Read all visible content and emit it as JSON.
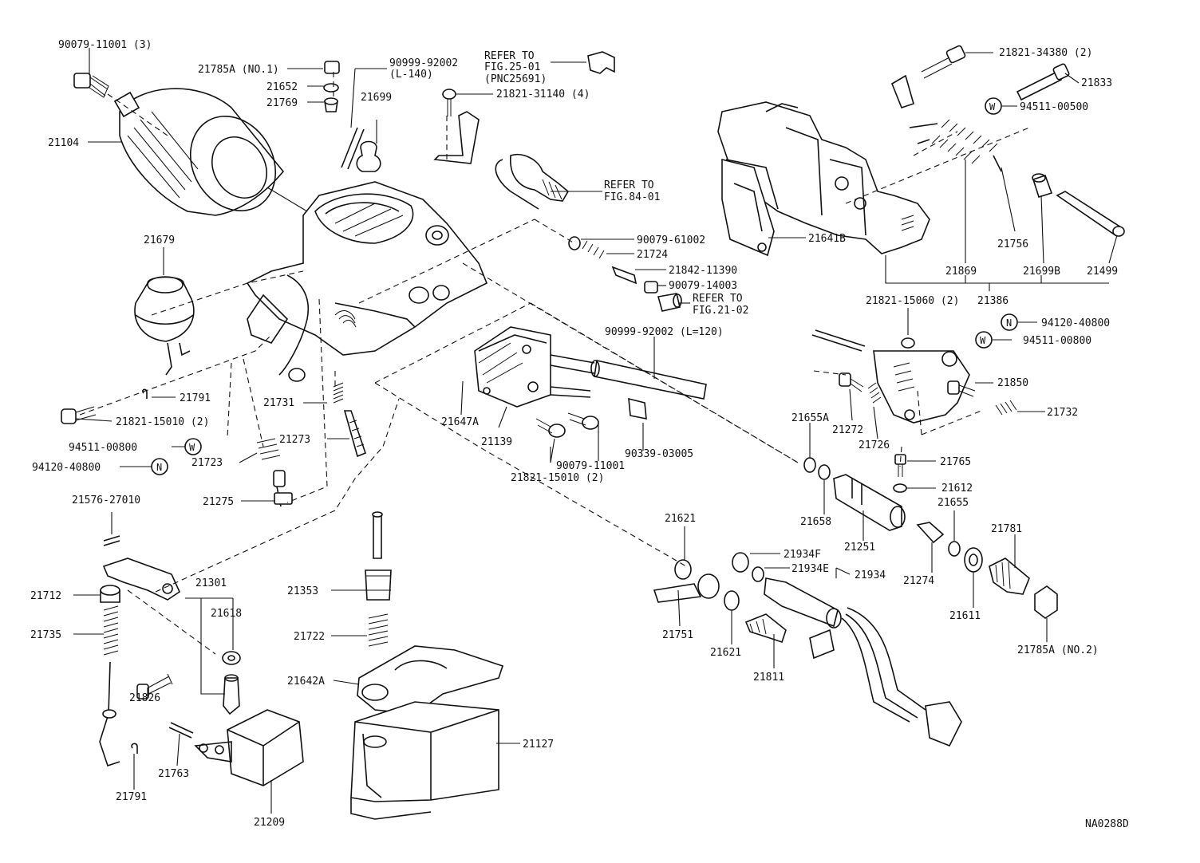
{
  "labels": {
    "p90079_11001_3": "90079-11001 (3)",
    "p21785A_no1": "21785A (NO.1)",
    "p90999_92002_l140_a": "90999-92002",
    "p90999_92002_l140_b": "(L-140)",
    "refer_25_a": "REFER TO",
    "refer_25_b": "FIG.25-01",
    "refer_25_c": "(PNC25691)",
    "p21821_34380_2": "21821-34380 (2)",
    "p21652": "21652",
    "p21769": "21769",
    "p21699": "21699",
    "p21821_31140_4": "21821-31140 (4)",
    "p21833": "21833",
    "p94511_00500": "94511-00500",
    "p21104": "21104",
    "refer_84_a": "REFER TO",
    "refer_84_b": "FIG.84-01",
    "p21679": "21679",
    "p90079_61002": "90079-61002",
    "p21724": "21724",
    "p21842_11390": "21842-11390",
    "p90079_14003": "90079-14003",
    "refer_21_a": "REFER TO",
    "refer_21_b": "FIG.21-02",
    "p21641B": "21641B",
    "p21756": "21756",
    "p21869": "21869",
    "p21699B": "21699B",
    "p21499": "21499",
    "p21821_15060_2": "21821-15060 (2)",
    "p21386": "21386",
    "p94120_40800_r": "94120-40800",
    "p94511_00800_r": "94511-00800",
    "p90999_92002_l120": "90999-92002 (L=120)",
    "p21791_a": "21791",
    "p21821_15010_2_a": "21821-15010 (2)",
    "p21731": "21731",
    "p94511_00800_l": "94511-00800",
    "p21723": "21723",
    "p94120_40800_l": "94120-40800",
    "p21273": "21273",
    "p21647A": "21647A",
    "p21139": "21139",
    "p90339_03005": "90339-03005",
    "p90079_11001": "90079-11001",
    "p21821_15010_2_b": "21821-15010 (2)",
    "p21850": "21850",
    "p21655A": "21655A",
    "p21272": "21272",
    "p21726": "21726",
    "p21732": "21732",
    "p21765": "21765",
    "p21612": "21612",
    "p21655": "21655",
    "p21658": "21658",
    "p21251": "21251",
    "p21275": "21275",
    "p21576_27010": "21576-27010",
    "p21621_a": "21621",
    "p21934F": "21934F",
    "p21934E": "21934E",
    "p21934": "21934",
    "p21781": "21781",
    "p21274": "21274",
    "p21611": "21611",
    "p21712": "21712",
    "p21301": "21301",
    "p21353": "21353",
    "p21618": "21618",
    "p21735": "21735",
    "p21722": "21722",
    "p21751": "21751",
    "p21621_b": "21621",
    "p21785A_no2": "21785A (NO.2)",
    "p21811": "21811",
    "p21642A": "21642A",
    "p21826": "21826",
    "p21127": "21127",
    "p21763": "21763",
    "p21791_b": "21791",
    "p21209": "21209",
    "drawing_no": "NA0288D"
  },
  "symbols": {
    "washer": "W",
    "nut": "N"
  },
  "colors": {
    "line": "#111111",
    "background": "#ffffff"
  }
}
